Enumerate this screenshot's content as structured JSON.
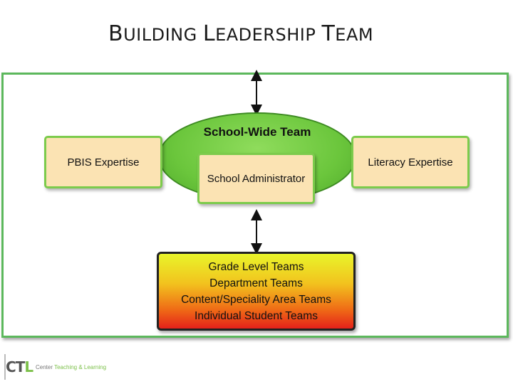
{
  "title": {
    "first_initial": "B",
    "first_rest": "UILDING",
    "second_initial": "L",
    "second_rest": "EADERSHIP",
    "third_initial": "T",
    "third_rest": "EAM"
  },
  "diagram": {
    "center": {
      "label": "School-Wide Team",
      "inner_box": "School Administrator"
    },
    "left_box": "PBIS Expertise",
    "right_box": "Literacy Expertise",
    "teams_box": [
      "Grade Level Teams",
      "Department Teams",
      "Content/Speciality Area Teams",
      "Individual Student Teams"
    ]
  },
  "footer": {
    "logo_c": "C",
    "logo_t": "T",
    "logo_l": "L",
    "tagline_prefix": "Center",
    "tagline_accent": "Teaching & Learning"
  },
  "colors": {
    "frame_border": "#5cb85c",
    "ellipse_fill": "#6bc63c",
    "box_fill": "#fbe3b3",
    "box_border": "#7ccb4c",
    "gradient_top": "#e9f52a",
    "gradient_bottom": "#e4211a"
  }
}
